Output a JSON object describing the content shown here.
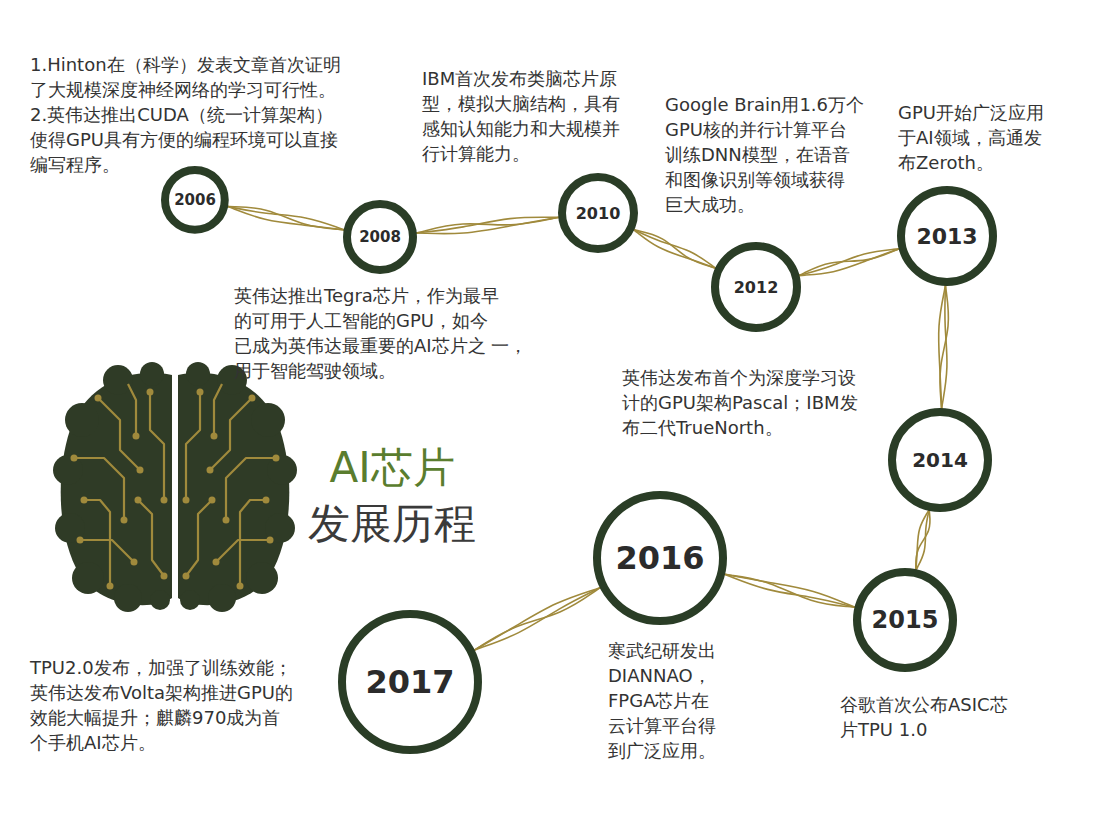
{
  "diagram": {
    "title": "AI芯片 发展历程",
    "nodes": [
      {
        "text": [
          "2006"
        ]
      },
      {
        "text": [
          "2008"
        ]
      },
      {
        "text": [
          "2010"
        ]
      },
      {
        "text": [
          "2012"
        ]
      },
      {
        "text": [
          "2013"
        ]
      },
      {
        "text": [
          "2014"
        ]
      },
      {
        "text": [
          "2015"
        ]
      },
      {
        "text": [
          "2016"
        ]
      },
      {
        "text": [
          "2017"
        ]
      }
    ],
    "edges": [
      {
        "from": 0,
        "to": 1,
        "arrow": "none"
      },
      {
        "from": 1,
        "to": 2,
        "arrow": "none"
      },
      {
        "from": 2,
        "to": 3,
        "arrow": "none"
      },
      {
        "from": 3,
        "to": 4,
        "arrow": "none"
      },
      {
        "from": 4,
        "to": 5,
        "arrow": "none"
      },
      {
        "from": 5,
        "to": 6,
        "arrow": "none"
      },
      {
        "from": 6,
        "to": 7,
        "arrow": "none"
      },
      {
        "from": 7,
        "to": 8,
        "arrow": "none"
      }
    ],
    "labels": [
      "1.Hinton在（科学）发表文章首次证明 了大规模深度神经网络的学习可行性。",
      "2.英伟达推出CUDA（统一计算架构） 使得GPU具有方便的编程环境可以直接 编写程序。",
      "英伟达推出Tegra芯片，作为最早 的可用于人工智能的GPU，如今 已成为英伟达最重要的AI芯片之 一，用于智能驾驶领域。",
      "IBM首次发布类脑芯片原 型，模拟大脑结构，具有 感知认知能力和大规模并 行计算能力。",
      "Google Brain用1.6万个 GPU核的并行计算平台 训练DNN模型，在语音 和图像识别等领域获得 巨大成功。",
      "GPU开始广泛应用 于AI领域，高通发 布Zeroth。",
      "英伟达发布首个为深度学习设 计的GPU架构Pascal；IBM发 布二代TrueNorth。",
      "谷歌首次公布ASIC芯 片TPU 1.0",
      "寒武纪研发出 DIANNAO， FPGA芯片在 云计算平台得 到广泛应用。",
      "TPU2.0发布，加强了训练效能； 英伟达发布Volta架构推进GPU的 效能大幅提升；麒麟970成为首 个手机AI芯片。"
    ]
  }
}
